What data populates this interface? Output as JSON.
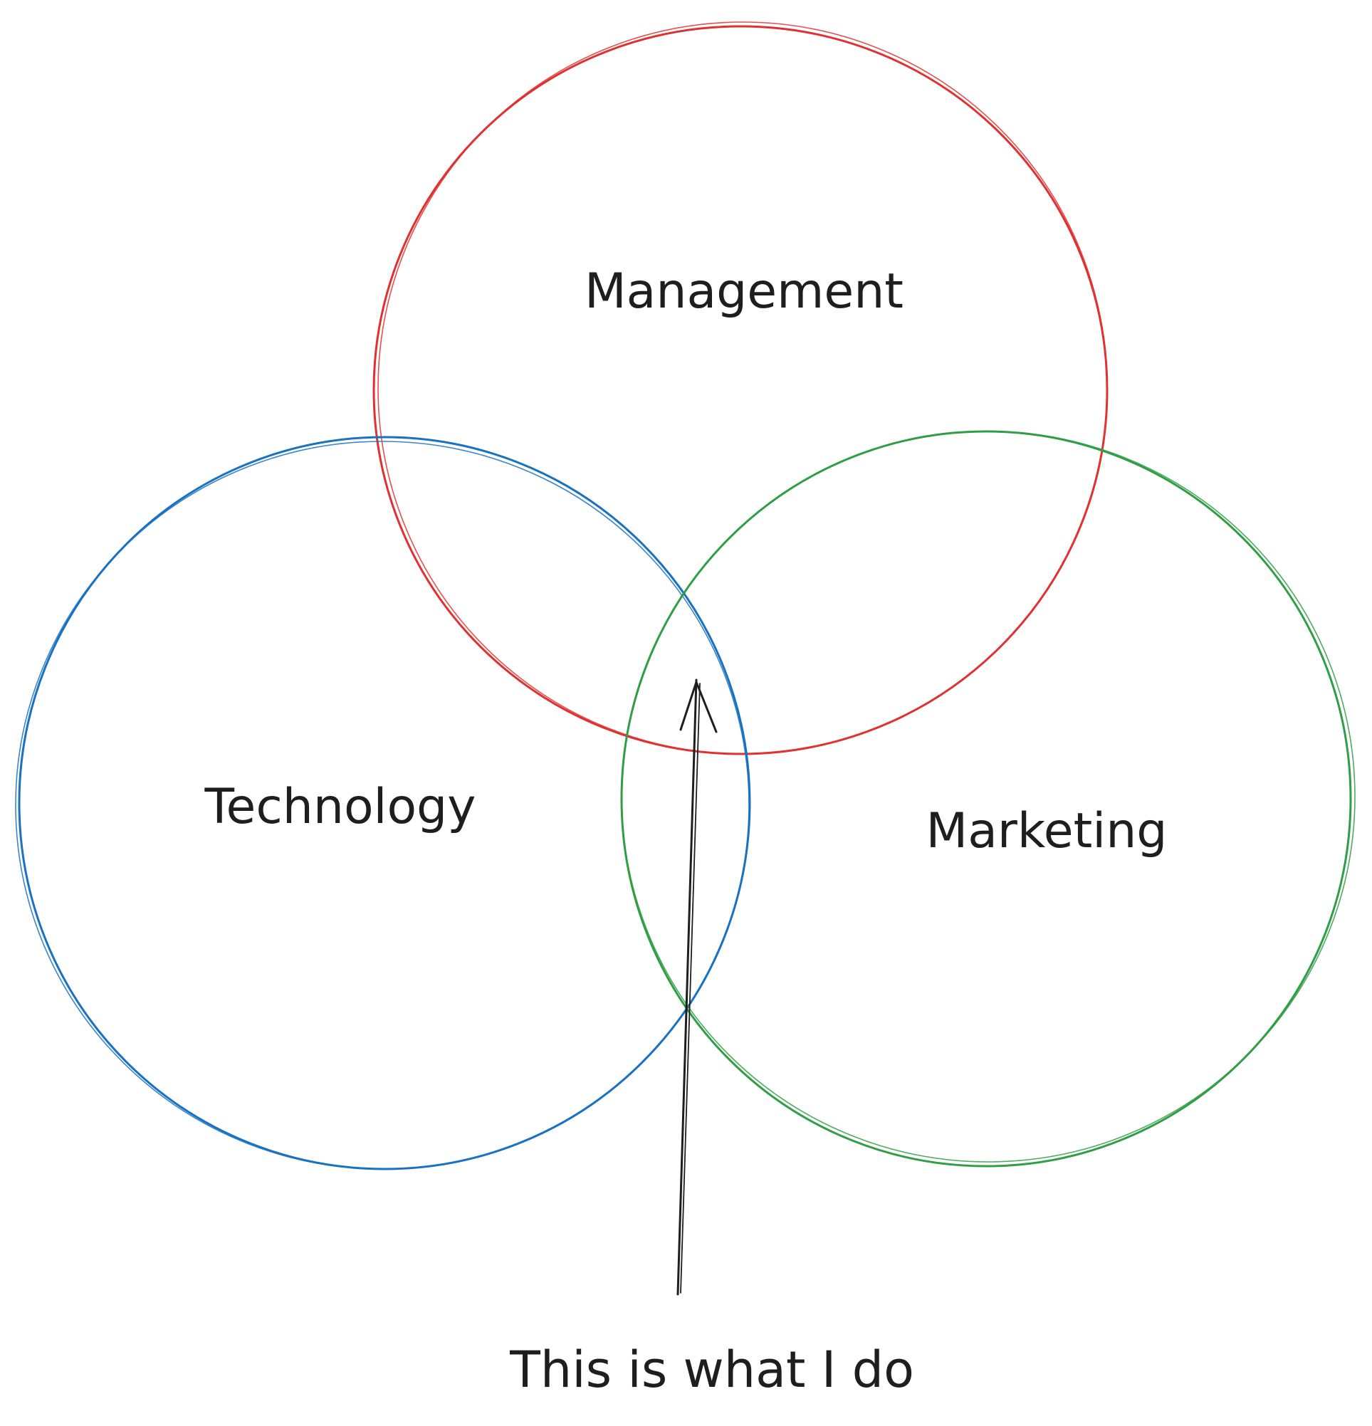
{
  "diagram": {
    "circles": [
      {
        "id": "management",
        "label": "Management",
        "color": "#e03131"
      },
      {
        "id": "technology",
        "label": "Technology",
        "color": "#1971c2"
      },
      {
        "id": "marketing",
        "label": "Marketing",
        "color": "#2f9e44"
      }
    ],
    "pointer": {
      "caption": "This is what I do",
      "color": "#1e1e1e"
    }
  }
}
